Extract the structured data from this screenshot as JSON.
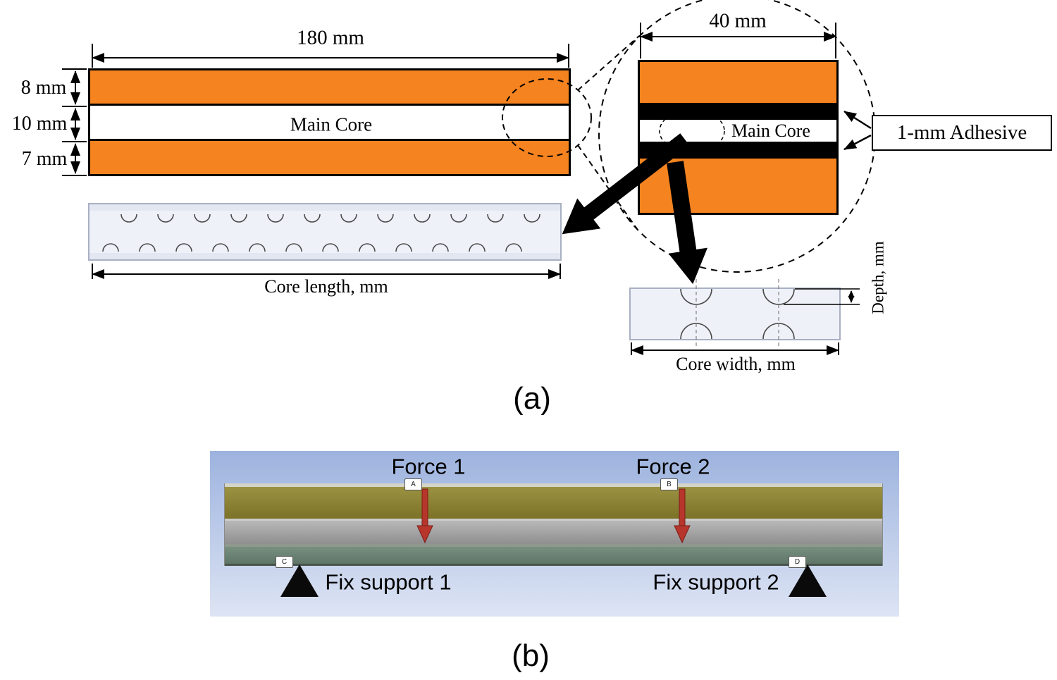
{
  "panel_a": {
    "caption": "(a)",
    "main_beam": {
      "width_dim": "180 mm",
      "layer_dims": [
        "8 mm",
        "10 mm",
        "7 mm"
      ],
      "core_label": "Main Core"
    },
    "core_plate": {
      "length_dim": "Core length, mm"
    },
    "zoom_detail": {
      "width_dim": "40 mm",
      "core_label": "Main Core",
      "adhesive_callout": "1-mm Adhesive"
    },
    "core_cell": {
      "width_dim": "Core width, mm",
      "depth_dim": "Depth, mm"
    },
    "colors": {
      "face_sheet_orange": "#f5831f",
      "adhesive_black": "#000000"
    }
  },
  "panel_b": {
    "caption": "(b)",
    "annotations": {
      "force1": "Force 1",
      "force2": "Force 2",
      "support1": "Fix support 1",
      "support2": "Fix support 2"
    },
    "tags": {
      "a": "A",
      "b": "B",
      "c": "C",
      "d": "D"
    },
    "colors": {
      "background_top": "#9db3de",
      "background_bottom": "#dde4f4",
      "top_face_olive": "#8e8434",
      "core_gray": "#a6a6a6",
      "bottom_face_green": "#6d8376",
      "force_arrow_red": "#b7352b",
      "support_black": "#0a0a0a"
    }
  }
}
